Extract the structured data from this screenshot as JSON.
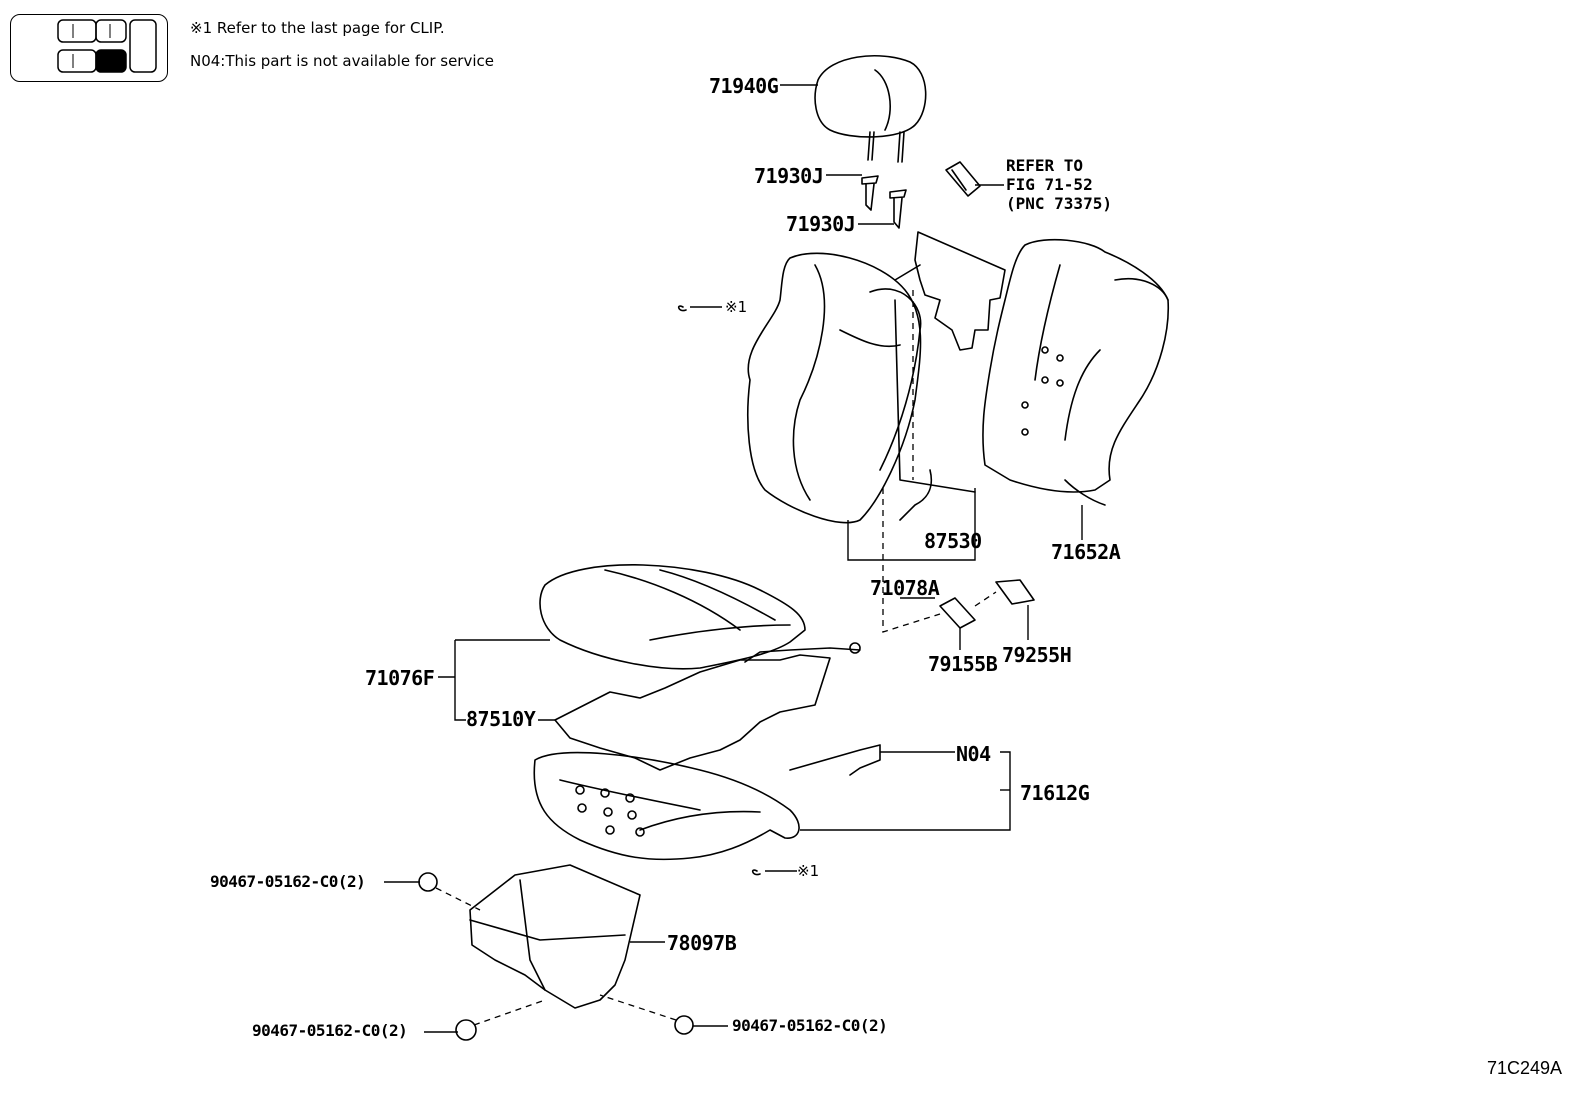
{
  "notes": {
    "clip": "※1  Refer to the last page for CLIP.",
    "n04": "N04:This part is not available for service"
  },
  "refer": [
    "REFER TO",
    "FIG 71-52",
    "(PNC 73375)"
  ],
  "parts": {
    "p71940G": "71940G",
    "p71930J_a": "71930J",
    "p71930J_b": "71930J",
    "clip_top": "※1",
    "clip_bottom": "※1",
    "p87530": "87530",
    "p71652A": "71652A",
    "p71078A": "71078A",
    "p79155B": "79155B",
    "p79255H": "79255H",
    "p71076F": "71076F",
    "p87510Y": "87510Y",
    "pN04": "N04",
    "p71612G": "71612G",
    "p78097B": "78097B",
    "bolt_a": "90467-05162-C0(2)",
    "bolt_b": "90467-05162-C0(2)",
    "bolt_c": "90467-05162-C0(2)"
  },
  "figure_code": "71C249A",
  "icons": [
    "seat-position-thumbnail-icon"
  ]
}
